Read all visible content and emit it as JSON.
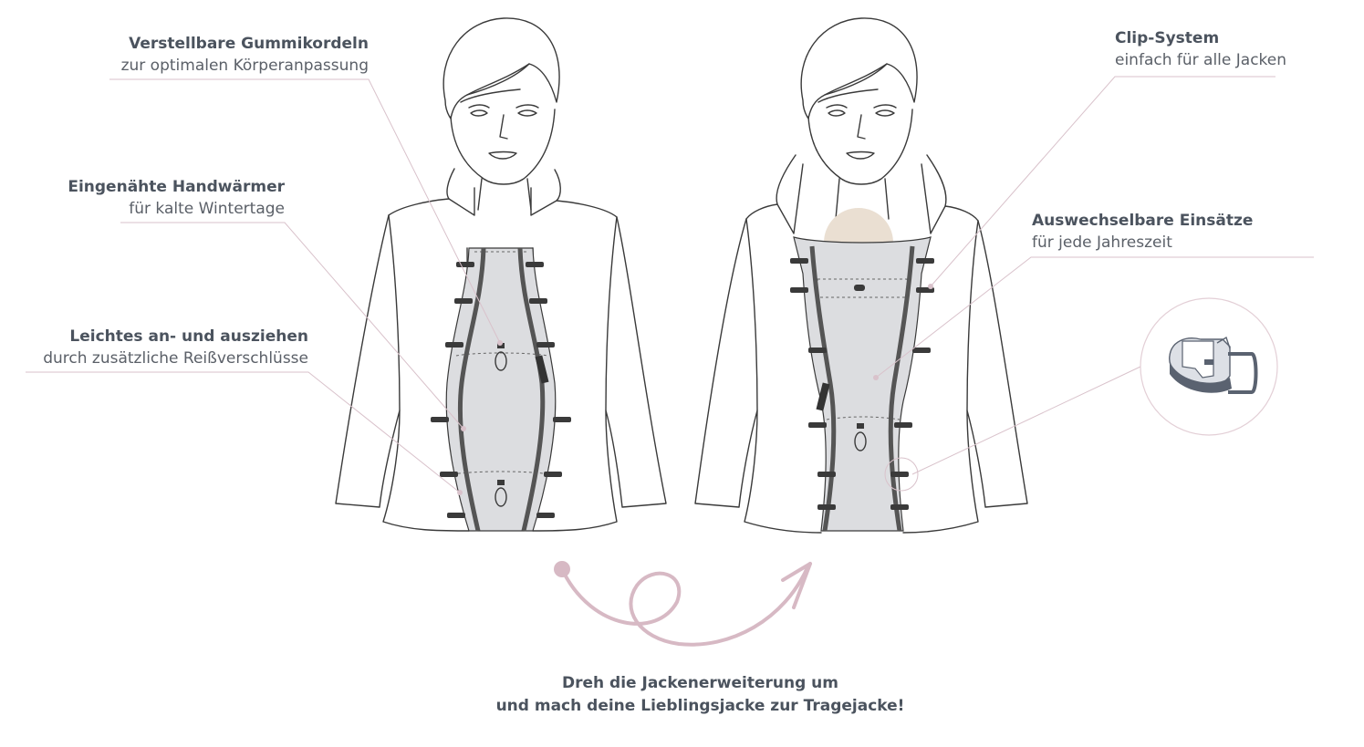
{
  "callouts": {
    "gummikordeln": {
      "title": "Verstellbare  Gummikordeln",
      "subtitle": "zur optimalen Körperanpassung"
    },
    "handwaermer": {
      "title": "Eingenähte Handwärmer",
      "subtitle": "für kalte Wintertage"
    },
    "reissverschluesse": {
      "title": "Leichtes an- und ausziehen",
      "subtitle": "durch zusätzliche Reißverschlüsse"
    },
    "clip_system": {
      "title": "Clip-System",
      "subtitle": "einfach für alle Jacken"
    },
    "einsaetze": {
      "title": "Auswechselbare Einsätze",
      "subtitle": "für jede Jahreszeit"
    }
  },
  "footer": {
    "line1": "Dreh die Jackenerweiterung um",
    "line2": "und mach deine Lieblingsjacke zur Tragejacke!"
  },
  "colors": {
    "line": "#3a3a3a",
    "panel": "#dcdde0",
    "zipper": "#555555",
    "leader": "#d9c2cb",
    "arrow": "#d7b9c4",
    "baby_head": "#eadfd2",
    "text": "#4b535e"
  }
}
